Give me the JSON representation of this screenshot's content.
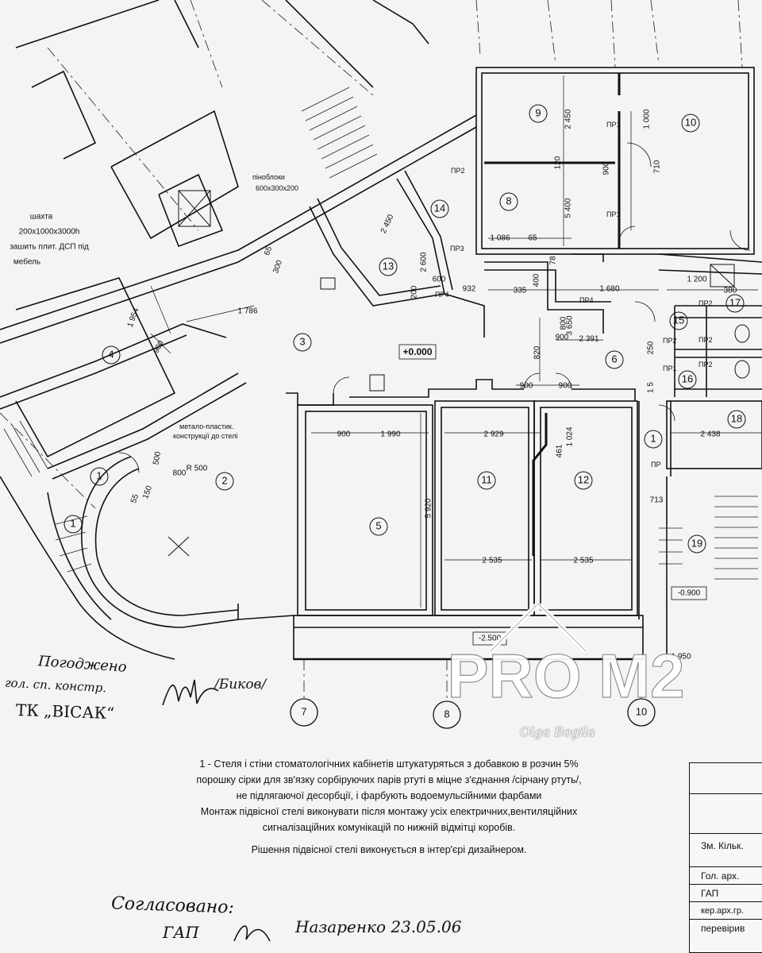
{
  "plan": {
    "rooms": [
      "1",
      "2",
      "3",
      "4",
      "5",
      "6",
      "8",
      "9",
      "10",
      "11",
      "12",
      "13",
      "14",
      "15",
      "16",
      "17",
      "18",
      "19",
      "1",
      "1"
    ],
    "axes": [
      "7",
      "8",
      "10"
    ],
    "levels": [
      "+0.000",
      "-2.500",
      "-0.900",
      "1.950"
    ],
    "dimensions": [
      "900",
      "1 990",
      "2 929",
      "1 024",
      "2 438",
      "461",
      "2 535",
      "2 535",
      "5 920",
      "1 786",
      "1 954",
      "900",
      "900",
      "900",
      "900",
      "2 391",
      "820",
      "800",
      "3 650",
      "1 680",
      "335",
      "932",
      "200",
      "600",
      "2 600",
      "2 450",
      "2 450",
      "5 400",
      "120",
      "900",
      "1 000",
      "710",
      "1 086",
      "65",
      "1 200",
      "380",
      "250",
      "1 5",
      "713",
      "500",
      "800",
      "150",
      "55",
      "65",
      "300",
      "400",
      "78"
    ],
    "door_tags": [
      "ПР1",
      "ПР1",
      "ПР2",
      "ПР2",
      "ПР3",
      "ПР4",
      "ПР4",
      "ПР2",
      "ПР2",
      "ПР2",
      "ПР1",
      "ПР"
    ],
    "notes": {
      "shaft": [
        "шахта",
        "200x1000x3000h",
        "зашить плит. ДСП під",
        "мебель"
      ],
      "foam_blocks": [
        "піноблоки",
        "600x300x200"
      ],
      "metal_plastic": [
        "метало-пластик.",
        "конструкції до стелі"
      ],
      "radius": "R 500"
    }
  },
  "handwriting": {
    "agreed_top": [
      "Погоджено",
      "гол. сп. констр.",
      "ТК „ВІСАК“"
    ],
    "signature_name": "/Биков/",
    "agreed_bottom": [
      "Согласовано:",
      "ГАП",
      "Назаренко 23.05.06"
    ]
  },
  "general_notes": {
    "line1": "1 -   Стеля  і стіни стоматологічних кабінетів штукатуряться з добавкою в розчин 5%",
    "line2": "порошку сірки для зв'язку сорбіруючих парів ртуті в міцне з'єднання /сірчану ртуть/,",
    "line3": "не підлягаючої десорбції, і фарбують водоемульсійними фарбами",
    "line4": "Монтаж підвісної стелі виконувати після монтажу усіх електричних,вентиляційних",
    "line5": "сигналізаційних комунікацій по нижній  відмітці коробів.",
    "line6": "Рішення підвісної стелі виконується в інтер'єрі дизайнером."
  },
  "title_block": {
    "row1": "Зм.  Кільк.",
    "row2": "Гол. арх.",
    "row3": "ГАП",
    "row4": "кер.арх.гр.",
    "row5": "перевірив"
  },
  "watermark": {
    "logo": "PRO M2",
    "author": "Olga Bogila"
  }
}
